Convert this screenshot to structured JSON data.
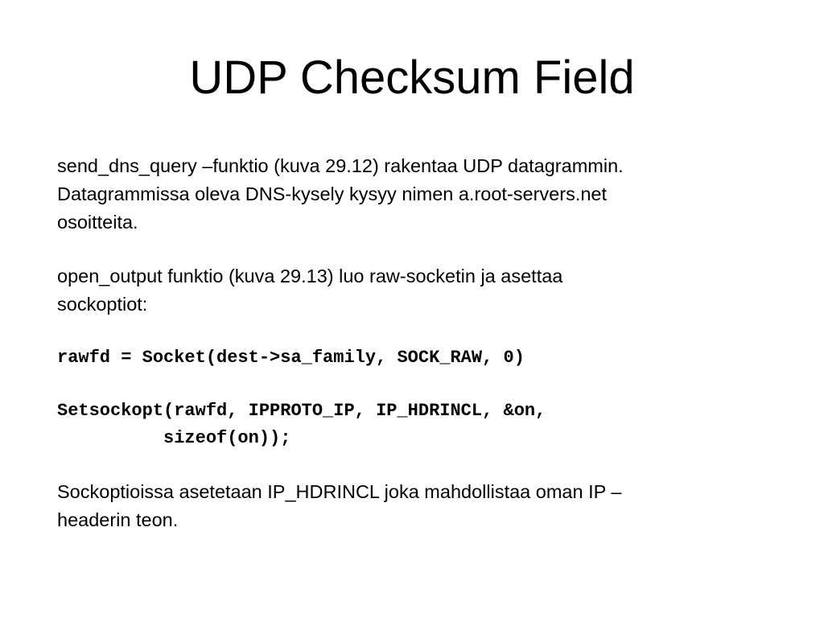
{
  "slide": {
    "title": "UDP Checksum Field",
    "paragraph1": {
      "lines": [
        "send_dns_query –funktio (kuva 29.12) rakentaa UDP datagrammin.",
        "Datagrammissa oleva DNS-kysely kysyy nimen a.root-servers.net",
        "osoitteita."
      ]
    },
    "paragraph2": {
      "lines": [
        "open_output funktio (kuva 29.13) luo raw-socketin ja asettaa",
        "sockoptiot:"
      ]
    },
    "code1": "rawfd = Socket(dest->sa_family, SOCK_RAW, 0)",
    "code2": {
      "lines": [
        "Setsockopt(rawfd, IPPROTO_IP, IP_HDRINCL, &on,",
        "          sizeof(on));"
      ]
    },
    "paragraph3": {
      "lines": [
        "Sockoptioissa asetetaan IP_HDRINCL joka mahdollistaa oman IP –",
        "headerin teon."
      ]
    }
  }
}
